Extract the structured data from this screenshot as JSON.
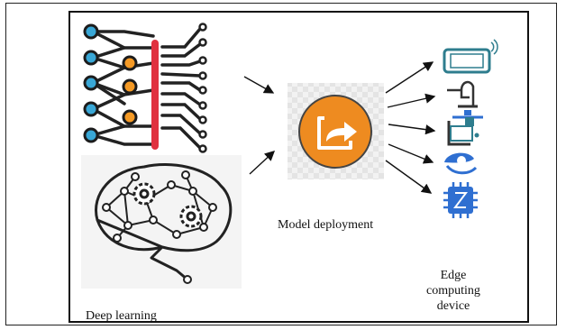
{
  "labels": {
    "deep_learning": "Deep learning",
    "model_deployment": "Model deployment",
    "edge_device": "Edge computing device"
  },
  "icons": [
    "neural-network-icon",
    "brain-gears-icon",
    "deploy-export-icon",
    "smartphone-icon",
    "robot-arm-icon",
    "microcontroller-board-icon",
    "autonomous-car-icon",
    "chip-icon"
  ],
  "colors": {
    "node_blue": "#39a7d6",
    "node_orange": "#f59a25",
    "accent_red": "#e0313f",
    "deploy_orange": "#ee8b20",
    "device_teal": "#2e7d8e",
    "device_blue": "#2f6fd1"
  }
}
